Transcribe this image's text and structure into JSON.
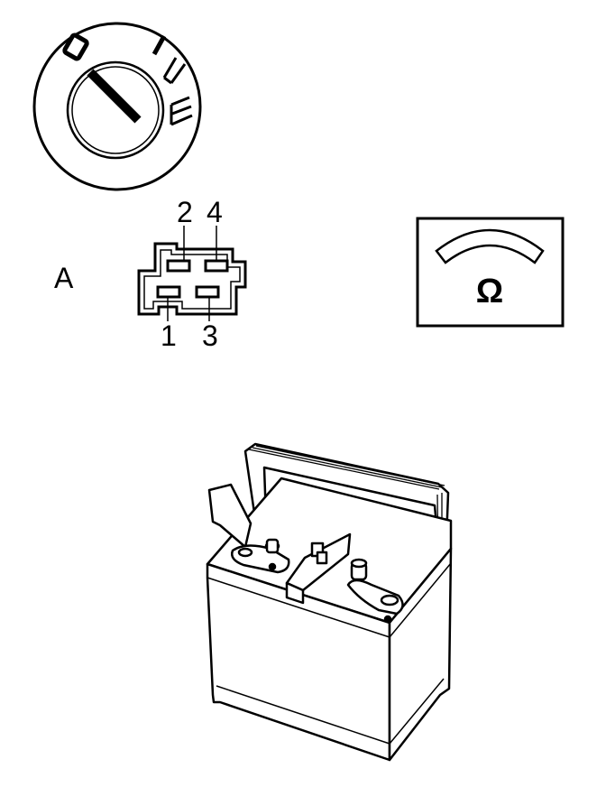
{
  "connector": {
    "label": "A",
    "pin_top_left": "2",
    "pin_top_right": "4",
    "pin_bottom_left": "1",
    "pin_bottom_right": "3"
  },
  "meter": {
    "symbol": "Ω"
  },
  "ignition": {
    "positions": [
      "0",
      "I",
      "II",
      "III"
    ]
  },
  "line_color": "#000000",
  "background_color": "#ffffff"
}
